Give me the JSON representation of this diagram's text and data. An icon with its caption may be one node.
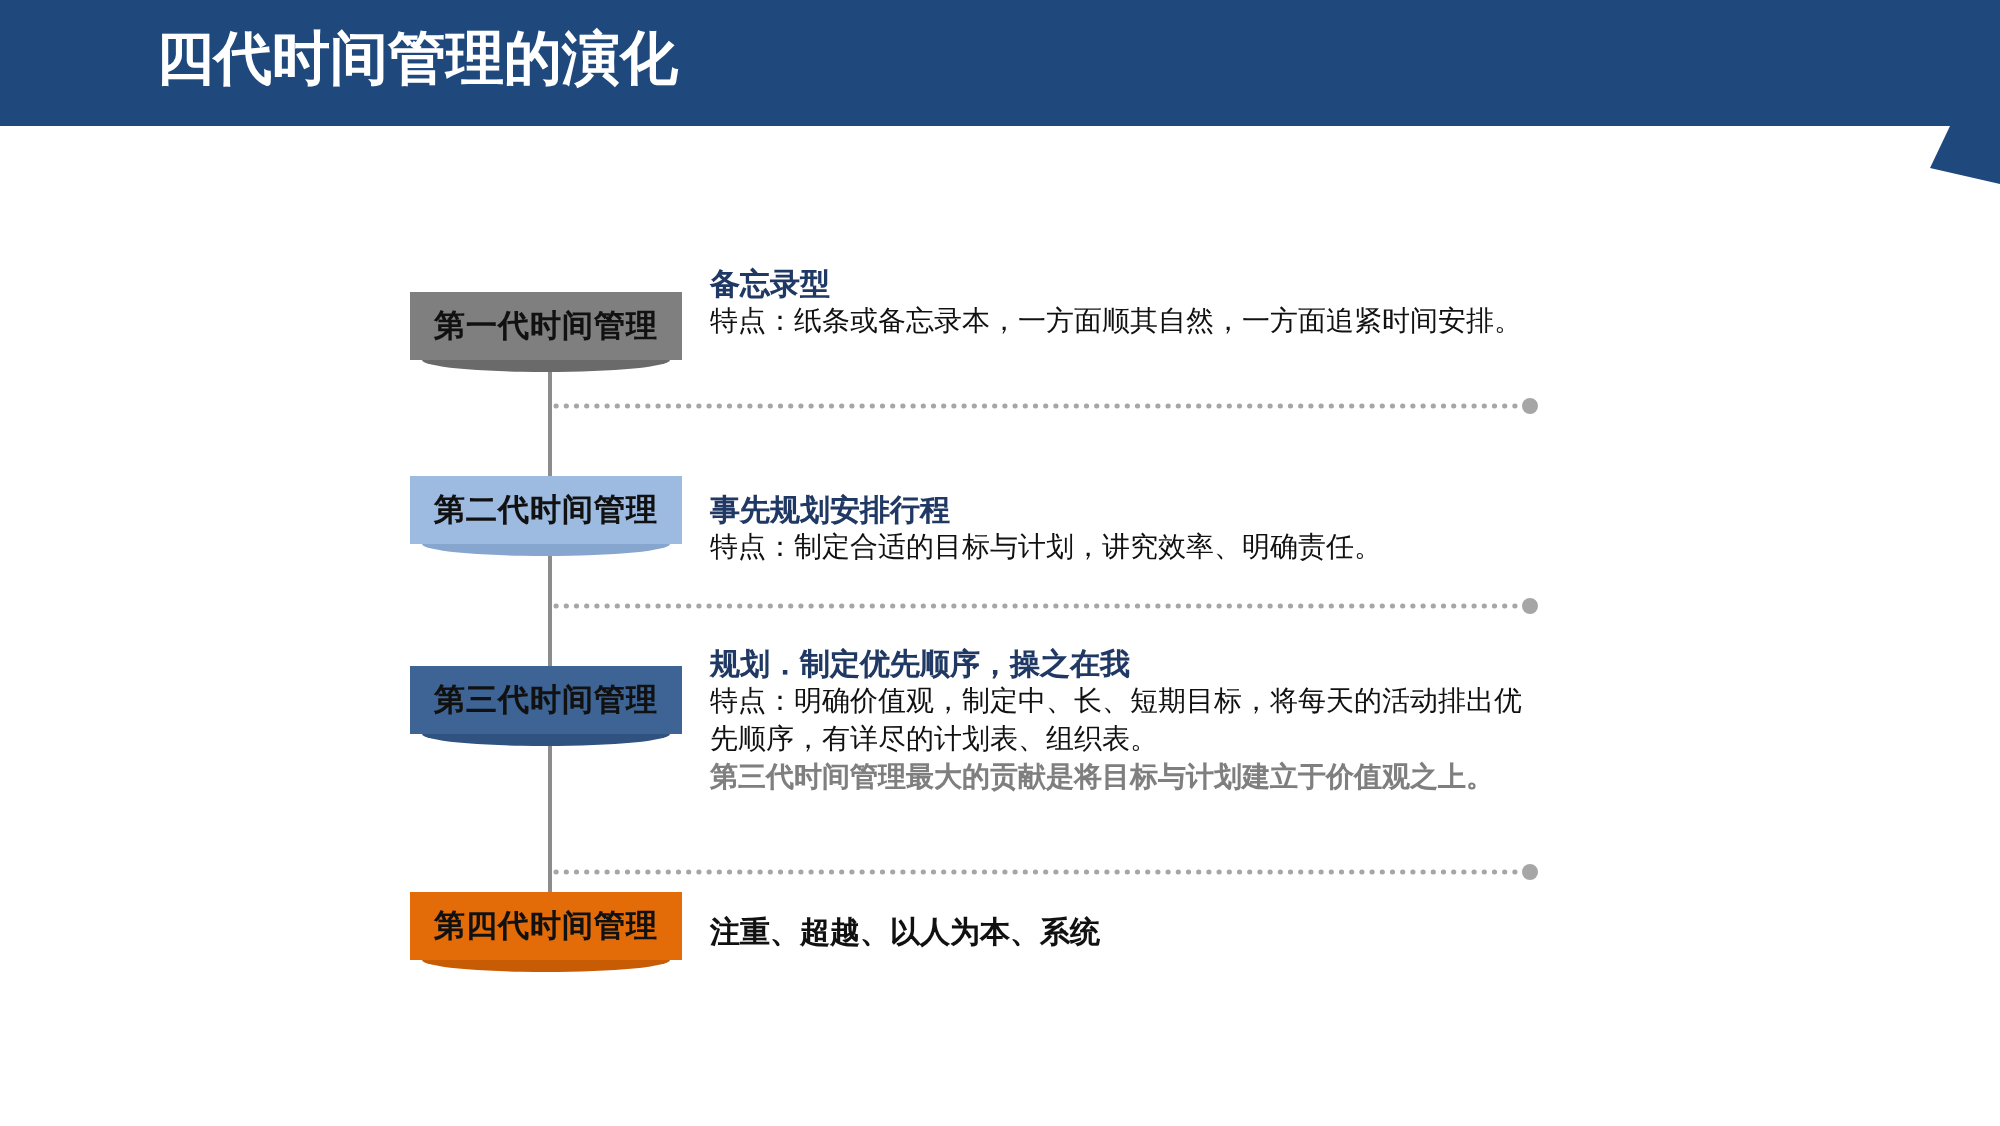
{
  "diagram": {
    "title": "四代时间管理的演化",
    "nodes": [
      {
        "text": [
          "第一代时间管理"
        ],
        "beside": [
          "备忘录型",
          "特点：纸条或备忘录本，一方面顺其自然，一方面追紧时间安排。"
        ]
      },
      {
        "text": [
          "第二代时间管理"
        ],
        "beside": [
          "事先规划安排行程",
          "特点：制定合适的目标与计划，讲究效率、明确责任。"
        ]
      },
      {
        "text": [
          "第三代时间管理"
        ],
        "beside": [
          "规划．制定优先顺序，操之在我",
          "特点：明确价值观，制定中、长、短期目标，将每天的活动排出优先顺序，有详尽的计划表、组织表。",
          "第三代时间管理最大的贡献是将目标与计划建立于价值观之上。"
        ]
      },
      {
        "text": [
          "第四代时间管理"
        ],
        "beside": [
          "注重、超越、以人为本、系统"
        ]
      }
    ],
    "edges": [
      {
        "from": 0,
        "to": 1,
        "arrow": "none"
      },
      {
        "from": 1,
        "to": 2,
        "arrow": "none"
      },
      {
        "from": 2,
        "to": 3,
        "arrow": "none"
      }
    ]
  }
}
